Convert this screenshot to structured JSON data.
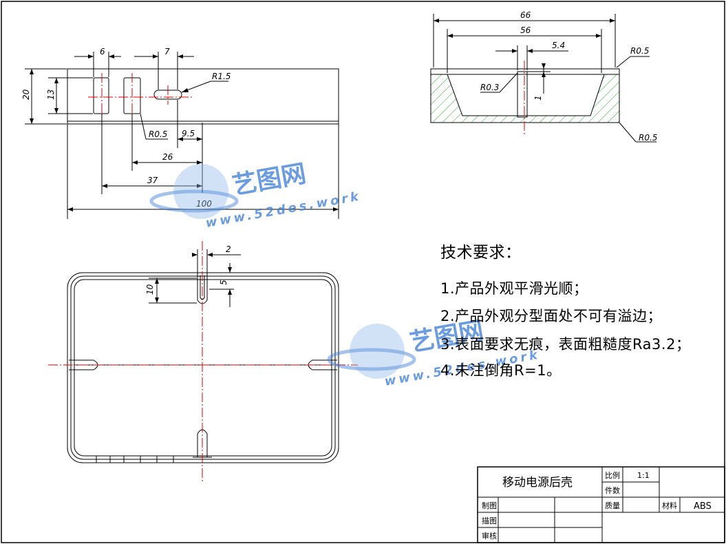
{
  "watermark": {
    "brand": "艺图网",
    "url": "www.52des.work",
    "color": "#3a7bd5"
  },
  "top_view_dims": {
    "d6": "6",
    "d7": "7",
    "r15": "R1.5",
    "d20": "20",
    "d13": "13",
    "r05": "R0.5",
    "d95": "9.5",
    "d26": "26",
    "d37": "37",
    "d100": "100"
  },
  "section_dims": {
    "d66": "66",
    "d56": "56",
    "d54": "5.4",
    "r05a": "R0.5",
    "r03": "R0.3",
    "d1": "1",
    "r05b": "R0.5"
  },
  "bottom_view_dims": {
    "d2": "2",
    "d10": "10",
    "d5": "5"
  },
  "requirements": {
    "title": "技术要求：",
    "items": [
      "1.产品外观平滑光顺；",
      "2.产品外观分型面处不可有溢边；",
      "3.表面要求无痕，表面粗糙度Ra3.2；",
      "4.未注倒角R=1。"
    ]
  },
  "title_block": {
    "part_name": "移动电源后壳",
    "scale_label": "比例",
    "scale_value": "1:1",
    "count_label": "件数",
    "weight_label": "质量",
    "material_label": "材料",
    "material_value": "ABS",
    "drawn_label": "制图",
    "traced_label": "描图",
    "checked_label": "审核"
  },
  "colors": {
    "line": "#000000",
    "centerline": "#e00000",
    "hatch": "#22aa22"
  }
}
